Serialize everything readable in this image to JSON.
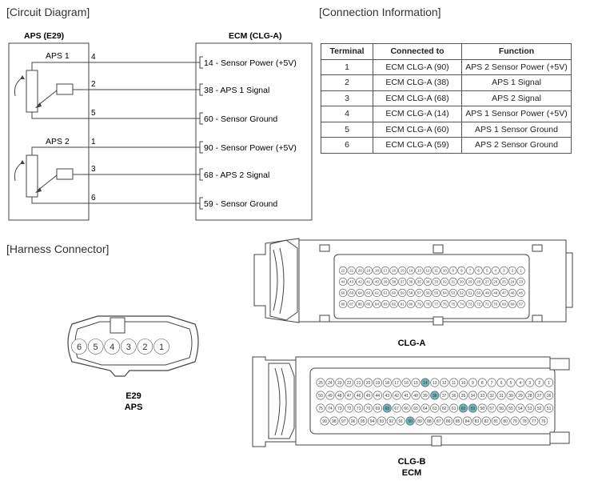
{
  "sections": {
    "circuit": "[Circuit Diagram]",
    "connection": "[Connection Information]",
    "harness": "[Harness Connector]"
  },
  "left_box": {
    "title": "APS (E29)",
    "aps1_label": "APS 1",
    "aps2_label": "APS 2",
    "pins": [
      "4",
      "2",
      "5",
      "1",
      "3",
      "6"
    ]
  },
  "right_box": {
    "title": "ECM (CLG-A)",
    "labels": [
      "14 - Sensor Power (+5V)",
      "38 - APS 1 Signal",
      "60 - Sensor Ground",
      "90 - Sensor Power (+5V)",
      "68 - APS 2 Signal",
      "59 - Sensor Ground"
    ]
  },
  "table": {
    "headers": [
      "Terminal",
      "Connected to",
      "Function"
    ],
    "rows": [
      [
        "1",
        "ECM CLG-A (90)",
        "APS 2 Sensor Power (+5V)"
      ],
      [
        "2",
        "ECM CLG-A (38)",
        "APS 1 Signal"
      ],
      [
        "3",
        "ECM CLG-A (68)",
        "APS 2 Signal"
      ],
      [
        "4",
        "ECM CLG-A (14)",
        "APS 1 Sensor Power (+5V)"
      ],
      [
        "5",
        "ECM CLG-A (60)",
        "APS 1 Sensor Ground"
      ],
      [
        "6",
        "ECM CLG-A (59)",
        "APS 2 Sensor Ground"
      ]
    ]
  },
  "e29_connector": {
    "pins": [
      "6",
      "5",
      "4",
      "3",
      "2",
      "1"
    ],
    "label1": "E29",
    "label2": "APS"
  },
  "clg_a": {
    "label": "CLG-A",
    "rows": [
      [
        "22",
        "21",
        "20",
        "19",
        "18",
        "17",
        "16",
        "15",
        "14",
        "13",
        "12",
        "11",
        "10",
        "9",
        "8",
        "7",
        "6",
        "5",
        "4",
        "3",
        "2",
        "1"
      ],
      [
        "44",
        "43",
        "42",
        "41",
        "40",
        "39",
        "38",
        "37",
        "36",
        "35",
        "34",
        "33",
        "32",
        "31",
        "30",
        "29",
        "28",
        "27",
        "26",
        "25",
        "24",
        "23"
      ],
      [
        "66",
        "65",
        "64",
        "63",
        "62",
        "61",
        "60",
        "59",
        "58",
        "57",
        "56",
        "55",
        "54",
        "53",
        "52",
        "51",
        "50",
        "49",
        "48",
        "47",
        "46",
        "45"
      ],
      [
        "88",
        "87",
        "86",
        "85",
        "84",
        "83",
        "82",
        "81",
        "80",
        "79",
        "78",
        "77",
        "76",
        "75",
        "74",
        "73",
        "72",
        "71",
        "70",
        "69",
        "68",
        "67"
      ]
    ]
  },
  "clg_b": {
    "label1": "CLG-B",
    "label2": "ECM",
    "rows": [
      [
        "25",
        "24",
        "23",
        "22",
        "21",
        "20",
        "19",
        "18",
        "17",
        "16",
        "15",
        "14",
        "13",
        "12",
        "11",
        "10",
        "9",
        "8",
        "7",
        "6",
        "5",
        "4",
        "3",
        "2",
        "1"
      ],
      [
        "50",
        "49",
        "48",
        "47",
        "46",
        "45",
        "44",
        "43",
        "42",
        "41",
        "40",
        "39",
        "38",
        "37",
        "36",
        "35",
        "34",
        "33",
        "32",
        "31",
        "30",
        "29",
        "28",
        "27",
        "26"
      ],
      [
        "75",
        "74",
        "73",
        "72",
        "71",
        "70",
        "69",
        "68",
        "67",
        "66",
        "65",
        "64",
        "63",
        "62",
        "61",
        "60",
        "59",
        "58",
        "57",
        "56",
        "55",
        "54",
        "53",
        "52",
        "51"
      ],
      [
        "99",
        "98",
        "97",
        "96",
        "95",
        "94",
        "93",
        "92",
        "91",
        "90",
        "89",
        "88",
        "87",
        "86",
        "85",
        "84",
        "83",
        "82",
        "81",
        "80",
        "79",
        "78",
        "77",
        "76"
      ]
    ],
    "highlighted": [
      "14",
      "38",
      "68",
      "60",
      "59",
      "90"
    ],
    "highlight_color": "#6fb7bd"
  }
}
